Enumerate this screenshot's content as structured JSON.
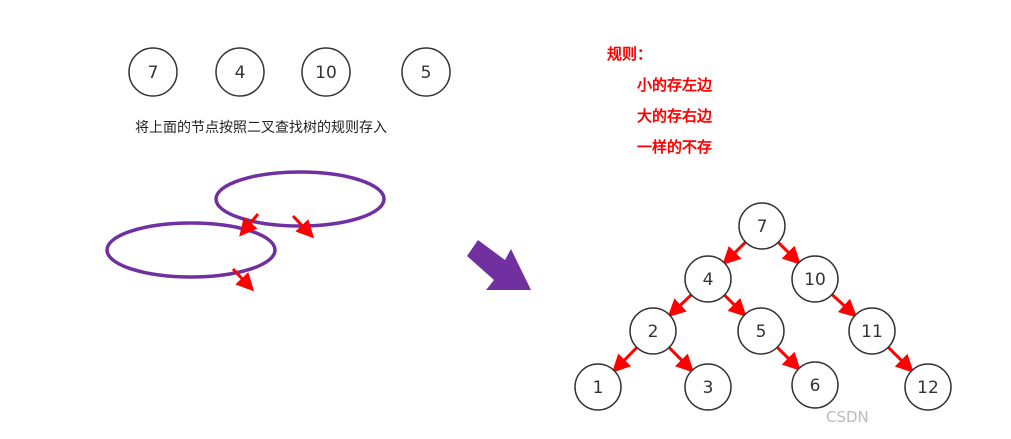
{
  "input_nodes": [
    "7",
    "4",
    "10",
    "5"
  ],
  "caption": "将上面的节点按照二叉查找树的规则存入",
  "rules": {
    "title": "规则：",
    "lines": [
      "小的存左边",
      "大的存右边",
      "一样的不存"
    ]
  },
  "tree": {
    "nodes": [
      {
        "id": "7",
        "label": "7"
      },
      {
        "id": "4",
        "label": "4"
      },
      {
        "id": "10",
        "label": "10"
      },
      {
        "id": "2",
        "label": "2"
      },
      {
        "id": "5",
        "label": "5"
      },
      {
        "id": "11",
        "label": "11"
      },
      {
        "id": "1",
        "label": "1"
      },
      {
        "id": "3",
        "label": "3"
      },
      {
        "id": "6",
        "label": "6"
      },
      {
        "id": "12",
        "label": "12"
      }
    ],
    "edges": [
      [
        "7",
        "4"
      ],
      [
        "7",
        "10"
      ],
      [
        "4",
        "2"
      ],
      [
        "4",
        "5"
      ],
      [
        "10",
        "11"
      ],
      [
        "2",
        "1"
      ],
      [
        "2",
        "3"
      ],
      [
        "5",
        "6"
      ],
      [
        "11",
        "12"
      ]
    ]
  },
  "watermark": "CSDN",
  "colors": {
    "arrow": "#ff0000",
    "ellipse": "#7030a0",
    "big_arrow": "#7030a0",
    "node_stroke": "#333333"
  }
}
